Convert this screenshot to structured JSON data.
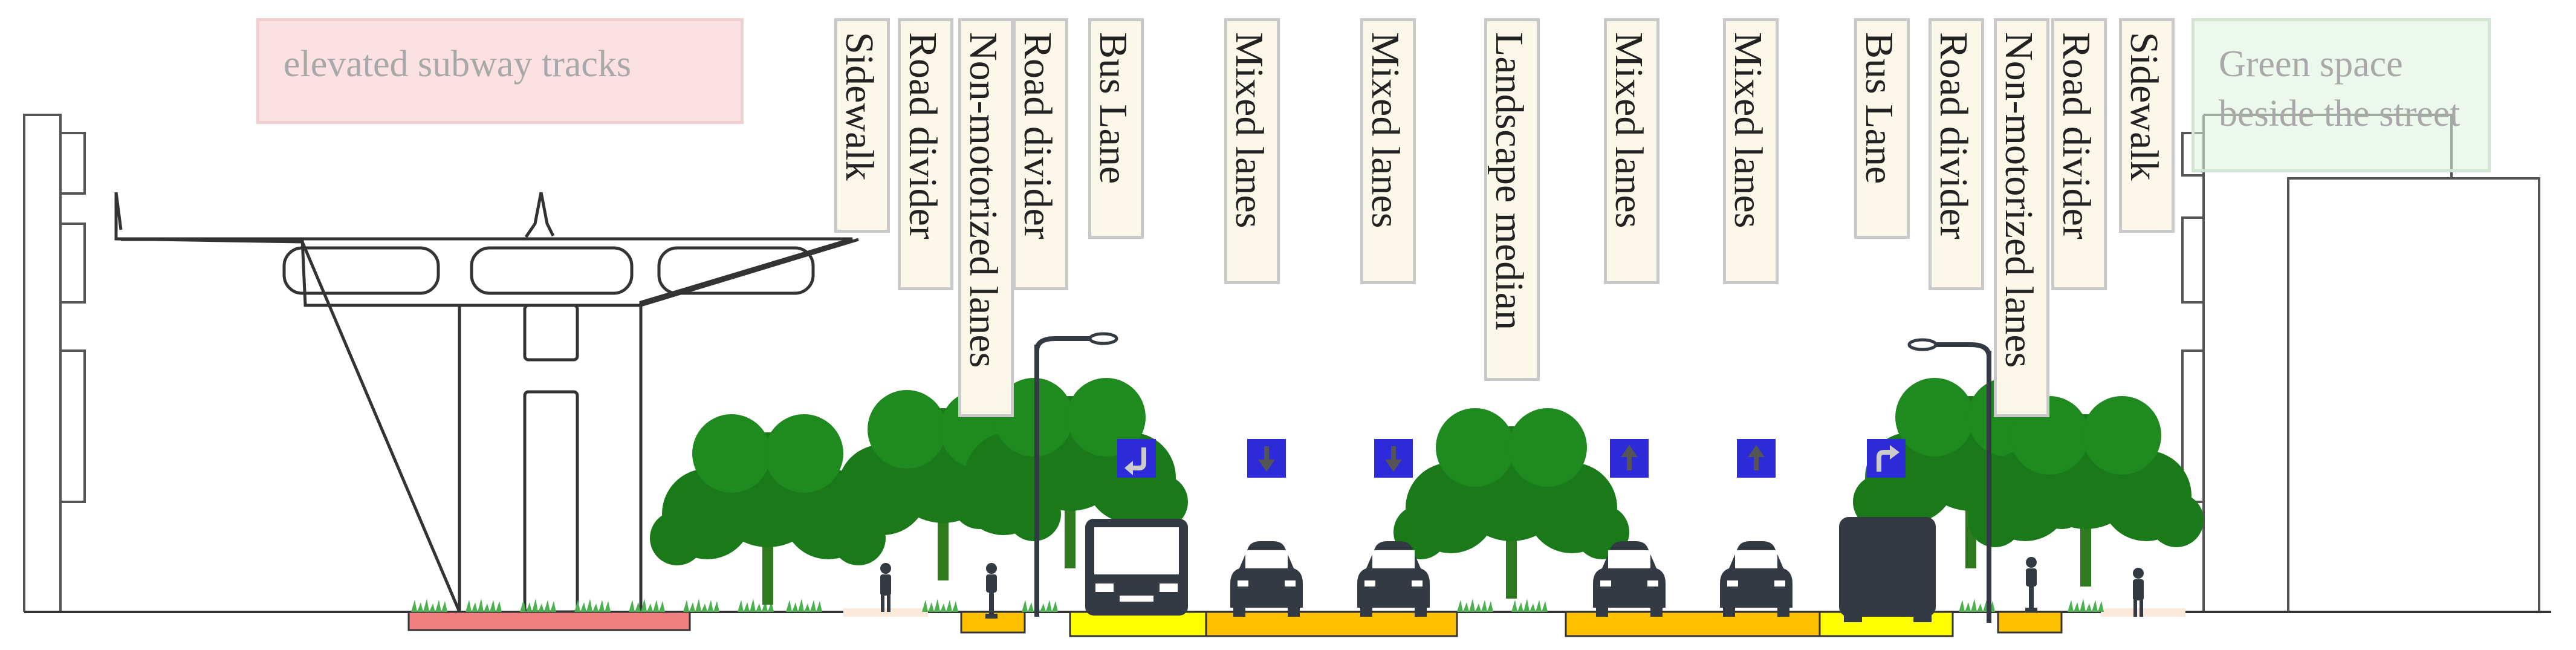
{
  "notes": {
    "subway": "elevated subway tracks",
    "green": "Green space beside the street"
  },
  "lanes": [
    {
      "label": "Sidewalk"
    },
    {
      "label": "Road divider"
    },
    {
      "label": "Non-motorized lanes"
    },
    {
      "label": "Road divider"
    },
    {
      "label": "Bus Lane"
    },
    {
      "label": "Mixed lanes"
    },
    {
      "label": "Mixed lanes"
    },
    {
      "label": "Landscape median"
    },
    {
      "label": "Mixed lanes"
    },
    {
      "label": "Mixed lanes"
    },
    {
      "label": "Bus Lane"
    },
    {
      "label": "Road divider"
    },
    {
      "label": "Non-motorized lanes"
    },
    {
      "label": "Road divider"
    },
    {
      "label": "Sidewalk"
    }
  ],
  "signs": [
    "turn-left-icon",
    "arrow-down-icon",
    "arrow-down-icon",
    "arrow-up-icon",
    "arrow-up-icon",
    "turn-right-icon"
  ],
  "colors": {
    "subway_base": "#f08080",
    "divider": "#ffc000",
    "bus_lane": "#ffff00",
    "mixed_lane": "#ffc000",
    "sign": "#2d2bd9",
    "tree": "#1a7a1a",
    "vehicle": "#333a44"
  }
}
